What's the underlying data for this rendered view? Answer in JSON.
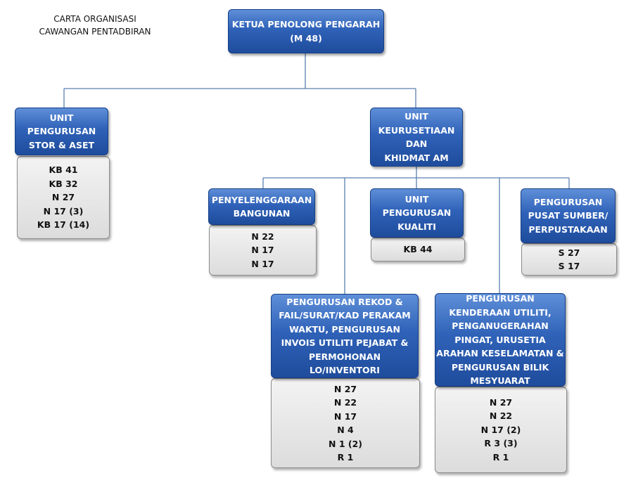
{
  "title": {
    "line1": "CARTA ORGANISASI",
    "line2": "CAWANGAN PENTADBIRAN"
  },
  "nodes": {
    "head": {
      "lines": [
        "KETUA PENOLONG PENGARAH",
        "(M 48)"
      ]
    },
    "stor": {
      "lines": [
        "UNIT",
        "PENGURUSAN",
        "STOR & ASET"
      ],
      "grades": [
        "KB 41",
        "KB 32",
        "N 27",
        "N 17 (3)",
        "KB 17 (14)"
      ]
    },
    "keurus": {
      "lines": [
        "UNIT",
        "KEURUSETIAAN",
        "DAN",
        "KHIDMAT AM"
      ]
    },
    "bangunan": {
      "lines": [
        "PENYELENGGARAAN",
        "BANGUNAN"
      ],
      "grades": [
        "N 22",
        "N 17",
        "N 17"
      ]
    },
    "kualiti": {
      "lines": [
        "UNIT",
        "PENGURUSAN",
        "KUALITI"
      ],
      "grades": [
        "KB 44"
      ]
    },
    "pusat": {
      "lines": [
        "PENGURUSAN",
        "PUSAT SUMBER/",
        "PERPUSTAKAAN"
      ],
      "grades": [
        "S 27",
        "S 17"
      ]
    },
    "rekod": {
      "lines": [
        "PENGURUSAN REKOD &",
        "FAIL/SURAT/KAD PERAKAM",
        "WAKTU, PENGURUSAN",
        "INVOIS UTILITI PEJABAT &",
        "PERMOHONAN",
        "LO/INVENTORI"
      ],
      "grades": [
        "N 27",
        "N 22",
        "N 17",
        "N 4",
        "N 1 (2)",
        "R 1"
      ]
    },
    "kenderaan": {
      "lines": [
        "PENGURUSAN",
        "KENDERAAN UTILITI,",
        "PENGANUGERAHAN",
        "PINGAT, URUSETIA",
        "ARAHAN KESELAMATAN &",
        "PENGURUSAN BILIK",
        "MESYUARAT"
      ],
      "grades": [
        "N 27",
        "N 22",
        "N 17 (2)",
        "R 3 (3)",
        "R 1"
      ]
    }
  }
}
